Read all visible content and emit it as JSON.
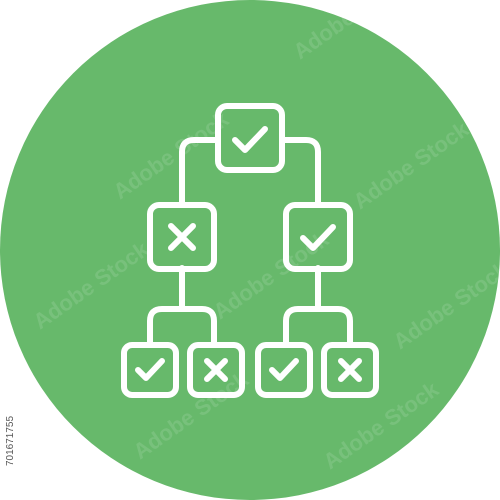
{
  "icon": {
    "name": "decision-tree-icon",
    "background_color": "#67b96b",
    "stroke_color": "#ffffff",
    "nodes": [
      {
        "name": "root-node",
        "mark": "check"
      },
      {
        "name": "left-node",
        "mark": "cross"
      },
      {
        "name": "right-node",
        "mark": "check"
      },
      {
        "name": "leaf-node-1",
        "mark": "check"
      },
      {
        "name": "leaf-node-2",
        "mark": "cross"
      },
      {
        "name": "leaf-node-3",
        "mark": "check"
      },
      {
        "name": "leaf-node-4",
        "mark": "cross"
      }
    ]
  },
  "watermark": {
    "text": "Adobe Stock",
    "id": "701671755"
  }
}
